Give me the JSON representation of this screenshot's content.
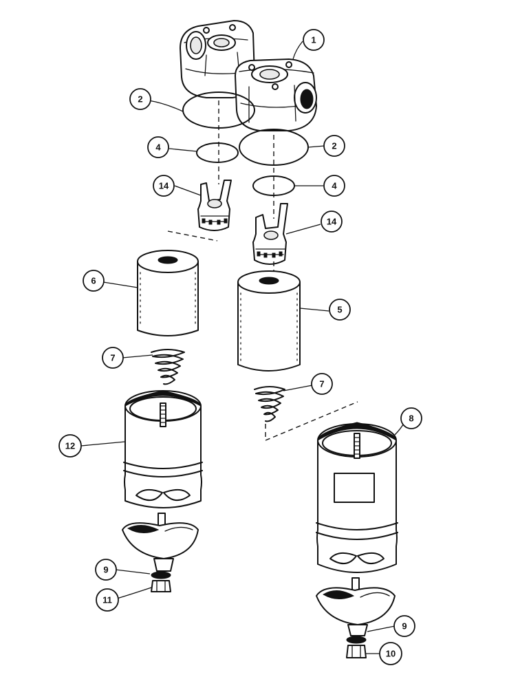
{
  "callouts": [
    {
      "id": "c1",
      "label": "1"
    },
    {
      "id": "c2a",
      "label": "2"
    },
    {
      "id": "c2b",
      "label": "2"
    },
    {
      "id": "c4a",
      "label": "4"
    },
    {
      "id": "c4b",
      "label": "4"
    },
    {
      "id": "c14a",
      "label": "14"
    },
    {
      "id": "c14b",
      "label": "14"
    },
    {
      "id": "c6",
      "label": "6"
    },
    {
      "id": "c5",
      "label": "5"
    },
    {
      "id": "c7a",
      "label": "7"
    },
    {
      "id": "c7b",
      "label": "7"
    },
    {
      "id": "c12",
      "label": "12"
    },
    {
      "id": "c8",
      "label": "8"
    },
    {
      "id": "c9a",
      "label": "9"
    },
    {
      "id": "c9b",
      "label": "9"
    },
    {
      "id": "c11",
      "label": "11"
    },
    {
      "id": "c10",
      "label": "10"
    }
  ]
}
